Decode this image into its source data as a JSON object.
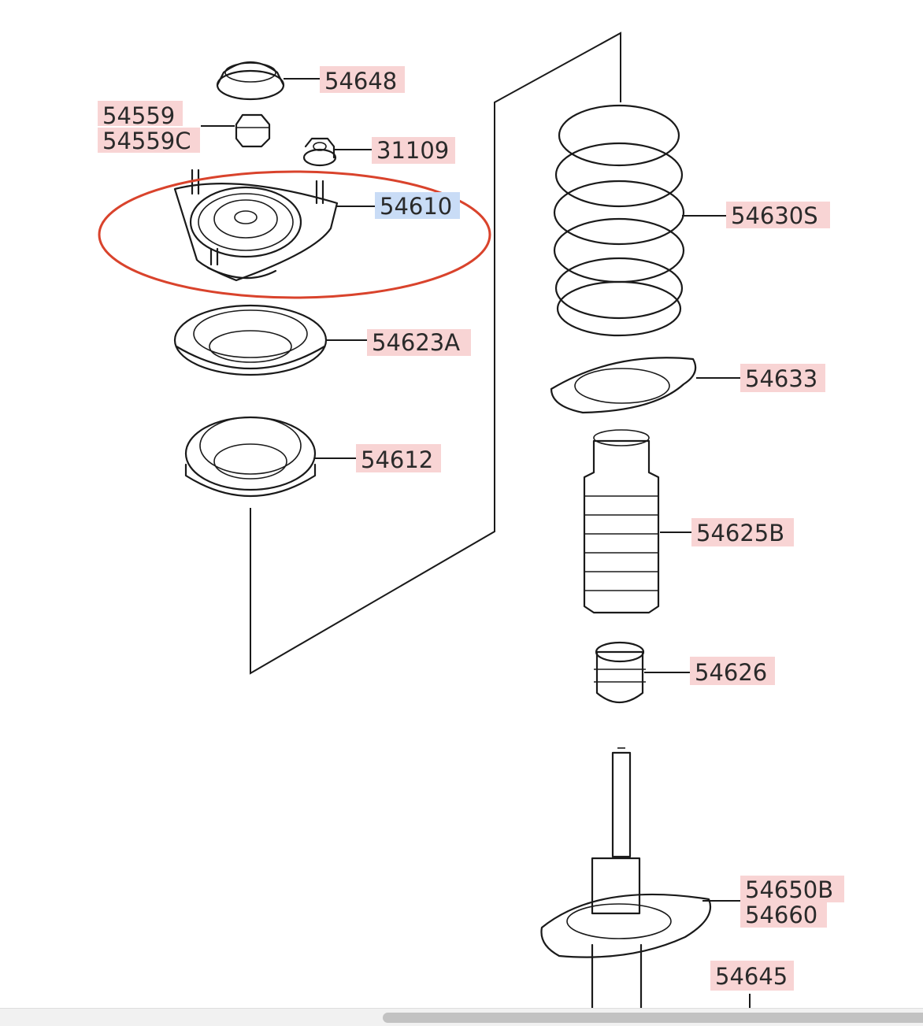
{
  "callouts": [
    {
      "id": "c-54648",
      "label": "54648",
      "selected": false
    },
    {
      "id": "c-54559",
      "label": "54559",
      "selected": false
    },
    {
      "id": "c-54559C",
      "label": "54559C",
      "selected": false
    },
    {
      "id": "c-31109",
      "label": "31109",
      "selected": false
    },
    {
      "id": "c-54610",
      "label": "54610",
      "selected": true
    },
    {
      "id": "c-54623A",
      "label": "54623A",
      "selected": false
    },
    {
      "id": "c-54612",
      "label": "54612",
      "selected": false
    },
    {
      "id": "c-54630S",
      "label": "54630S",
      "selected": false
    },
    {
      "id": "c-54633",
      "label": "54633",
      "selected": false
    },
    {
      "id": "c-54625B",
      "label": "54625B",
      "selected": false
    },
    {
      "id": "c-54626",
      "label": "54626",
      "selected": false
    },
    {
      "id": "c-54650B",
      "label": "54650B",
      "selected": false
    },
    {
      "id": "c-54660",
      "label": "54660",
      "selected": false
    },
    {
      "id": "c-54645",
      "label": "54645",
      "selected": false
    }
  ],
  "colors": {
    "callout_bg": "#f8d4d4",
    "callout_selected_bg": "#c9dcf6",
    "highlight_ellipse": "#d9432c",
    "line": "#1a1a1a"
  }
}
